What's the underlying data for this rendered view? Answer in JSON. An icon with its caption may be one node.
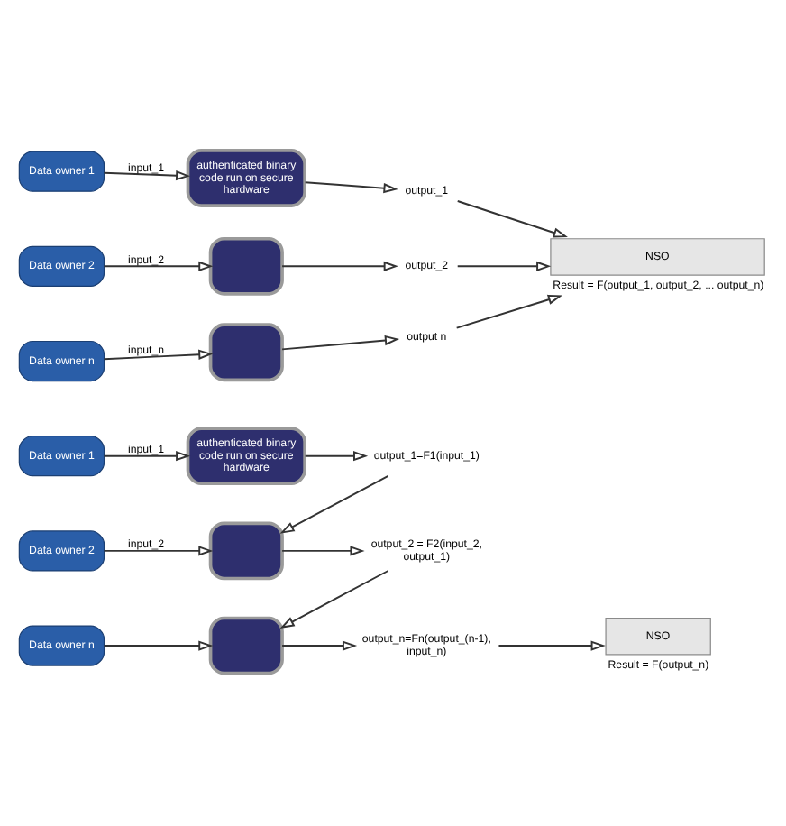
{
  "diagram": {
    "nodes": [
      {
        "text": [
          "Data owner 1"
        ]
      },
      {
        "text": [
          "authenticated binary code run on secure hardware"
        ]
      },
      {
        "text": [
          "output_1"
        ]
      },
      {
        "text": [
          "Data owner 2"
        ]
      },
      {
        "text": [],
        "shape": "monitor"
      },
      {
        "text": [
          "output_2"
        ]
      },
      {
        "text": [
          "Data owner n"
        ]
      },
      {
        "text": [],
        "shape": "monitor"
      },
      {
        "text": [
          "output n"
        ]
      },
      {
        "text": [
          "NSO"
        ],
        "beside": [
          "Result = F(output_1, output_2, ... output_n)"
        ]
      },
      {
        "text": [
          "Data owner 1"
        ]
      },
      {
        "text": [
          "authenticated binary code run on secure hardware"
        ]
      },
      {
        "text": [
          "output_1=F1(input_1)"
        ]
      },
      {
        "text": [
          "Data owner 2"
        ]
      },
      {
        "text": [],
        "shape": "monitor"
      },
      {
        "text": [
          "output_2 = F2(input_2, output_1)"
        ]
      },
      {
        "text": [
          "Data owner n"
        ]
      },
      {
        "text": [],
        "shape": "monitor"
      },
      {
        "text": [
          "output_n=Fn(output_(n-1), input_n)"
        ]
      },
      {
        "text": [
          "NSO"
        ],
        "beside": [
          "Result = F(output_n)"
        ]
      }
    ],
    "edges": [
      {
        "from": 0,
        "to": 1,
        "arrow": "to",
        "label": "input_1"
      },
      {
        "from": 1,
        "to": 2,
        "arrow": "to"
      },
      {
        "from": 3,
        "to": 4,
        "arrow": "to",
        "label": "input_2"
      },
      {
        "from": 4,
        "to": 5,
        "arrow": "to"
      },
      {
        "from": 6,
        "to": 7,
        "arrow": "to",
        "label": "input_n"
      },
      {
        "from": 7,
        "to": 8,
        "arrow": "to"
      },
      {
        "from": 2,
        "to": 9,
        "arrow": "to"
      },
      {
        "from": 5,
        "to": 9,
        "arrow": "to"
      },
      {
        "from": 8,
        "to": 9,
        "arrow": "to"
      },
      {
        "from": 10,
        "to": 11,
        "arrow": "to",
        "label": "input_1"
      },
      {
        "from": 11,
        "to": 12,
        "arrow": "to"
      },
      {
        "from": 12,
        "to": 14,
        "arrow": "to"
      },
      {
        "from": 13,
        "to": 14,
        "arrow": "to",
        "label": "input_2"
      },
      {
        "from": 14,
        "to": 15,
        "arrow": "to"
      },
      {
        "from": 15,
        "to": 17,
        "arrow": "to"
      },
      {
        "from": 16,
        "to": 17,
        "arrow": "to"
      },
      {
        "from": 17,
        "to": 18,
        "arrow": "to"
      },
      {
        "from": 18,
        "to": 19,
        "arrow": "to"
      }
    ]
  }
}
